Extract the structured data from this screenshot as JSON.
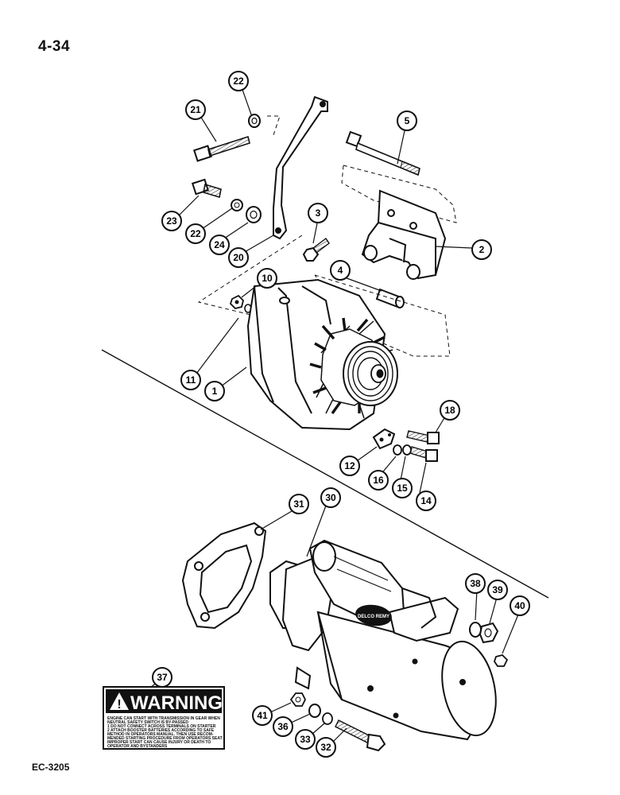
{
  "page_number": "4-34",
  "figure_code": "EC-3205",
  "callouts": {
    "c1": "1",
    "c2": "2",
    "c3": "3",
    "c4": "4",
    "c5": "5",
    "c10": "10",
    "c11": "11",
    "c12": "12",
    "c14": "14",
    "c15": "15",
    "c16": "16",
    "c18": "18",
    "c20": "20",
    "c21": "21",
    "c22a": "22",
    "c22b": "22",
    "c23": "23",
    "c24": "24",
    "c30": "30",
    "c31": "31",
    "c32": "32",
    "c33": "33",
    "c36": "36",
    "c37": "37",
    "c38": "38",
    "c39": "39",
    "c40": "40",
    "c41": "41"
  },
  "warning_decal": {
    "title": "WARNING",
    "lines": [
      "ENGINE CAN START WITH TRANSMISSION IN GEAR WHEN",
      "NEUTRAL SAFETY SWITCH IS BY-PASSED",
      "1 DO NOT CONNECT ACROSS TERMINALS ON STARTER",
      "2 ATTACH BOOSTER BATTERIES ACCORDING TO SAFE",
      "METHOD IN OPERATORS MANUAL. THEN USE RECOM-",
      "MENDED STARTING PROCEDURE FROM OPERATORS SEAT",
      "IMPROPER START CAN CAUSE INJURY OR DEATH TO",
      "OPERATOR AND BYSTANDERS"
    ]
  },
  "starter_badge": "DELCO REMY"
}
